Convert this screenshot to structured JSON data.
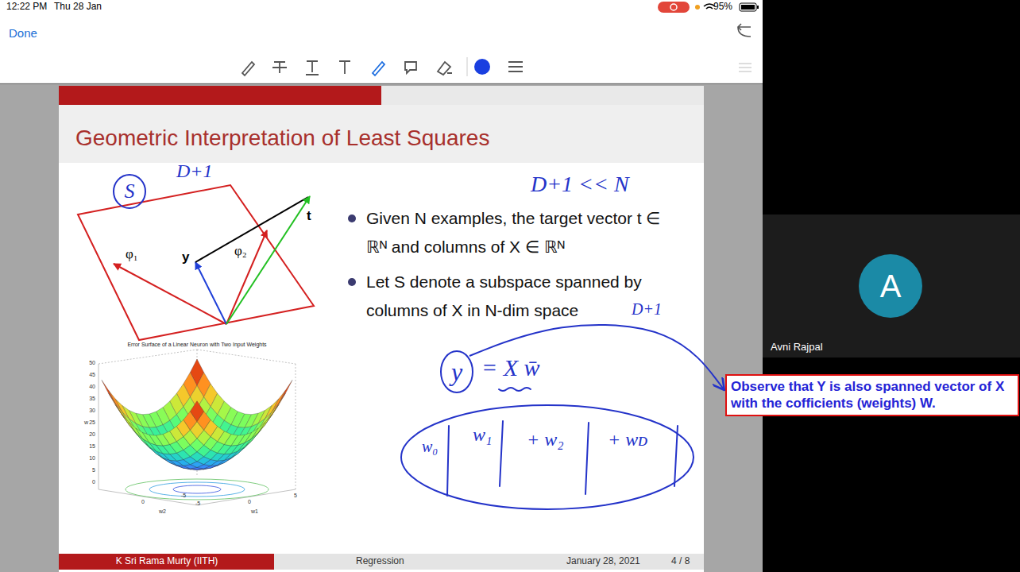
{
  "diagram": {
    "title": "Geometric Interpretation of Least Squares",
    "nodes": [
      {
        "text": [
          "S"
        ]
      },
      {
        "text": [
          "y"
        ]
      },
      {
        "text": [
          "w₀",
          "w₁",
          "+ w₂",
          "+ wᴅ"
        ]
      },
      {
        "text": [
          "Observe that Y is also spanned vector of X with the cofficients (weights) W."
        ]
      },
      {
        "text": [
          "A"
        ]
      }
    ],
    "edges": [
      {
        "from": 1,
        "to": 3,
        "arrow": "to"
      }
    ],
    "labels": [
      "12:22 PM",
      "Thu 28 Jan",
      "95%",
      "Done",
      "D+1",
      "φ₁",
      "y",
      "φ₂",
      "t",
      "Error Surface of a Linear Neuron with Two Input Weights",
      "50",
      "45",
      "40",
      "35",
      "30",
      "25",
      "20",
      "15",
      "10",
      "5",
      "0",
      "w",
      "0",
      "-5",
      "-5",
      "0",
      "5",
      "w2",
      "w1",
      "D+1 << N",
      "Given N examples, the target vector t ∈ ℝᴺ and columns of X ∈ ℝᴺ",
      "Let S denote a subspace spanned by columns of X in N-dim space",
      "D+1",
      "= X w̄",
      "K Sri Rama Murty (IITH)",
      "Regression",
      "January 28, 2021",
      "4 / 8",
      "Avni Rajpal"
    ]
  }
}
